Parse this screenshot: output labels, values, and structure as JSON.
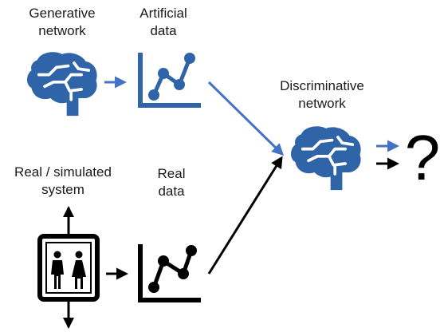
{
  "labels": {
    "generative_line1": "Generative",
    "generative_line2": "network",
    "artificial_line1": "Artificial",
    "artificial_line2": "data",
    "discriminative_line1": "Discriminative",
    "discriminative_line2": "network",
    "real_system_line1": "Real / simulated",
    "real_system_line2": "system",
    "real_data_line1": "Real",
    "real_data_line2": "data"
  },
  "output_symbol": "?",
  "colors": {
    "brain_blue": "#2f64a8",
    "artificial_arrow": "#4472c4",
    "real_black": "#000000"
  },
  "icons": {
    "generative": "brain-icon",
    "discriminative": "brain-icon",
    "artificial_data": "line-chart-icon",
    "real_data": "line-chart-icon",
    "system": "elevator-icon"
  }
}
